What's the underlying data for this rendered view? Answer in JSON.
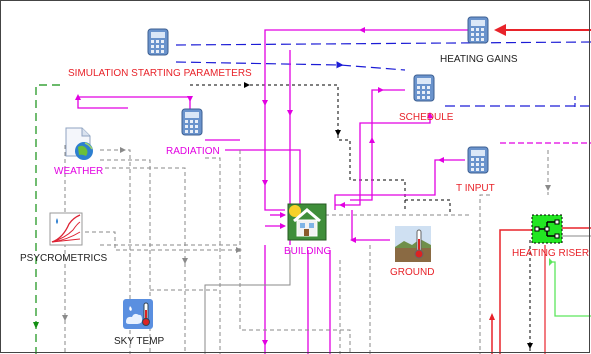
{
  "components": {
    "simulation_parameters": {
      "label": "SIMULATION STARTING PARAMETERS",
      "icon": "calculator-icon"
    },
    "heating_gains": {
      "label": "HEATING GAINS",
      "icon": "calculator-icon"
    },
    "schedule": {
      "label": "SCHEDULE",
      "icon": "calculator-icon"
    },
    "radiation": {
      "label": "RADIATION",
      "icon": "calculator-icon"
    },
    "weather": {
      "label": "WEATHER",
      "icon": "weather-file-icon"
    },
    "t_input": {
      "label": "T INPUT",
      "icon": "calculator-icon"
    },
    "building": {
      "label": "BUILDING",
      "icon": "house-icon"
    },
    "psycrometrics": {
      "label": "PSYCROMETRICS",
      "icon": "psychrometric-chart-icon"
    },
    "ground": {
      "label": "GROUND",
      "icon": "thermometer-landscape-icon"
    },
    "heating_riser": {
      "label": "HEATING RISER",
      "icon": "diverter-icon"
    },
    "sky_temp": {
      "label": "SKY TEMP",
      "icon": "sky-thermometer-icon"
    }
  },
  "colors": {
    "magenta": "#e200e2",
    "blue": "#1c1cd6",
    "red": "#e8232a",
    "green": "#139013",
    "light_green": "#5ce65c",
    "gray": "#9a9a9a",
    "black": "#000000",
    "label_red": "#e8232a"
  }
}
